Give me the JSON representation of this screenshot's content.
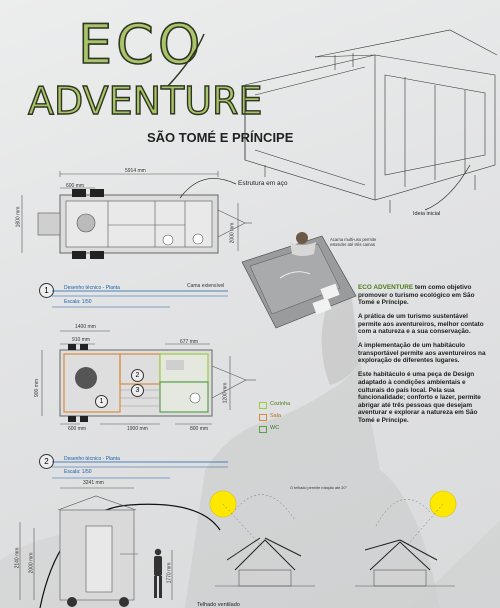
{
  "title": {
    "line1": "ECO",
    "line2": "ADVENTURE",
    "subtitle": "SÃO TOMÉ E PRÍNCIPE"
  },
  "plan1": {
    "dim_total": "5914 mm",
    "dim_left": "600 mm",
    "dim_side_left": "1800 mm",
    "dim_side_right": "2000 mm",
    "callout_structure": "Estrutura em aço",
    "caption_number": "1",
    "caption_title": "Desenho técnico - Planta",
    "caption_scale": "Escala: 1/50"
  },
  "perspective": {
    "callout_idea": "Ideia inicial",
    "callout_bed": "Cama extensível",
    "callout_hammock": "Acama multi-uso permite estender até três camas"
  },
  "description": {
    "accent": "ECO ADVENTURE",
    "p1": " tem como objetivo promover o turismo ecológico em São Tomé e Príncipe.",
    "p2": "A prática de um turismo sustentável permite aos aventureiros, melhor contato com a natureza e a sua conservação.",
    "p3": "A implementação de um habitáculo transportável permite aos aventureiros na exploração de diferentes lugares.",
    "p4": "Este habitáculo é uma peça de Design adaptado à condições ambientais  e culturais do país local. Pela sua funcionalidade; conforto e lazer, permite abrigar até três pessoas que desejam aventurar e explorar a natureza em São Tomé e Príncipe."
  },
  "plan2": {
    "dim_top1": "1400 mm",
    "dim_top2": "910 mm",
    "dim_top3": "677 mm",
    "dim_bottom1": "600 mm",
    "dim_bottom2": "1900 mm",
    "dim_bottom3": "800 mm",
    "dim_side_left": "900 mm",
    "dim_side_right": "1200 mm",
    "room_numbers": [
      "1",
      "2",
      "3"
    ],
    "caption_number": "2",
    "caption_title": "Desenho técnico - Planta",
    "caption_scale": "Escala: 1/50"
  },
  "legend": {
    "items": [
      {
        "label": "Cozinha",
        "color": "#9ccc3c"
      },
      {
        "label": "Sala",
        "color": "#d98a3d"
      },
      {
        "label": "WC",
        "color": "#5a9e4e"
      }
    ]
  },
  "elevation": {
    "dim_width": "3241 mm",
    "dim_height1": "2140 mm",
    "dim_height2": "2000 mm",
    "dim_person": "1770 mm",
    "callout_solar": "O telhado permite rotação até 20°",
    "bottom_caption": "Telhado ventilado"
  },
  "colors": {
    "title_fill": "#a9c46a",
    "title_stroke": "#2f3520",
    "accent_blue": "#1f5fa8",
    "accent_green": "#4f7b1a",
    "sun": "#ffe800"
  }
}
